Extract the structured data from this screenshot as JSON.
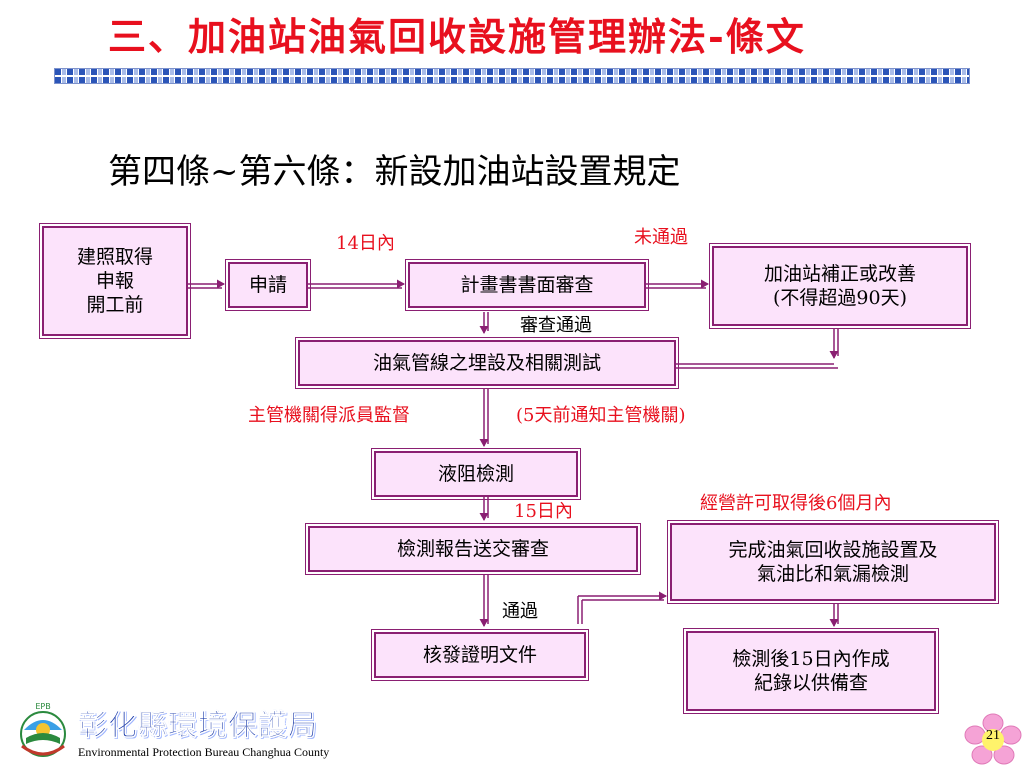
{
  "header": {
    "title": "三、加油站油氣回收設施管理辦法-條文",
    "subtitle": "第四條~第六條：新設加油站設置規定"
  },
  "flow": {
    "boxes": {
      "start": [
        "建照取得",
        "申報",
        "開工前"
      ],
      "apply": [
        "申請"
      ],
      "review": [
        "計畫書書面審查"
      ],
      "improve": [
        "加油站補正或改善",
        "(不得超過90天)"
      ],
      "pipeline": [
        "油氣管線之埋設及相關測試"
      ],
      "liquid": [
        "液阻檢測"
      ],
      "report": [
        "檢測報告送交審查"
      ],
      "complete": [
        "完成油氣回收設施設置及",
        "氣油比和氣漏檢測"
      ],
      "certify": [
        "核發證明文件"
      ],
      "record": [
        "檢測後15日內作成",
        "紀錄以供備查"
      ]
    },
    "labels": {
      "days14": "14日內",
      "not_passed": "未通過",
      "review_passed": "審查通過",
      "supervise": "主管機關得派員監督",
      "notify": "(5天前通知主管機關)",
      "days15": "15日內",
      "within6months": "經營許可取得後6個月內",
      "passed": "通過"
    }
  },
  "footer": {
    "org_name": "彰化縣環境保護局",
    "org_name_en": "Environmental Protection Bureau Changhua County",
    "logo_text": "EPB",
    "page_number": "21"
  },
  "colors": {
    "title": "#e8101e",
    "box_fill": "#fce3fb",
    "box_border": "#8a1f72",
    "label_red": "#e8101e",
    "org_blue": "#1737a8"
  }
}
